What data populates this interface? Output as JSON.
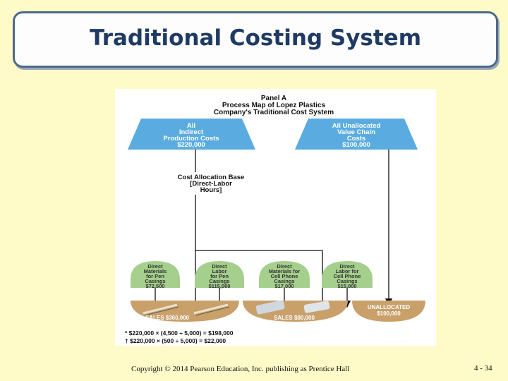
{
  "slide": {
    "title": "Traditional Costing System",
    "copyright": "Copyright © 2014 Pearson Education, Inc. publishing as Prentice Hall",
    "page_number": "4 - 34"
  },
  "figure": {
    "panel_title": [
      "Panel A",
      "Process Map of Lopez Plastics",
      "Company's Traditional Cost System"
    ],
    "indirect_costs": [
      "All",
      "Indirect",
      "Production Costs",
      "$220,000"
    ],
    "value_chain_costs": [
      "All Unallocated",
      "Value Chain",
      "Costs",
      "$100,000"
    ],
    "allocation_base": [
      "Cost Allocation Base",
      "[Direct-Labor",
      "Hours]"
    ],
    "cost_domes": [
      [
        "Direct",
        "Materials",
        "for Pen",
        "Casings",
        "$72,500"
      ],
      [
        "Direct",
        "Labor",
        "for Pen",
        "Casings",
        "$115,000"
      ],
      [
        "Direct",
        "Materials for",
        "Cell Phone",
        "Casings",
        "$17,000"
      ],
      [
        "Direct",
        "Labor for",
        "Cell Phone",
        "Casings",
        "$15,000"
      ]
    ],
    "sales_pen": "SALES $360,000",
    "sales_phone": "SALES $80,000",
    "unallocated": [
      "UNALLOCATED",
      "$100,000"
    ],
    "footnotes": [
      "* $220,000 × (4,500 ÷ 5,000) = $198,000",
      "† $220,000 × (500 ÷ 5,000) = $22,000"
    ]
  },
  "colors": {
    "title_text": "#1f3b63",
    "blue_shape": "#5aace0",
    "green_dome": "#a4cf8c",
    "tan_bowl": "#c9a06a",
    "slide_bg": "#fefbc8"
  }
}
